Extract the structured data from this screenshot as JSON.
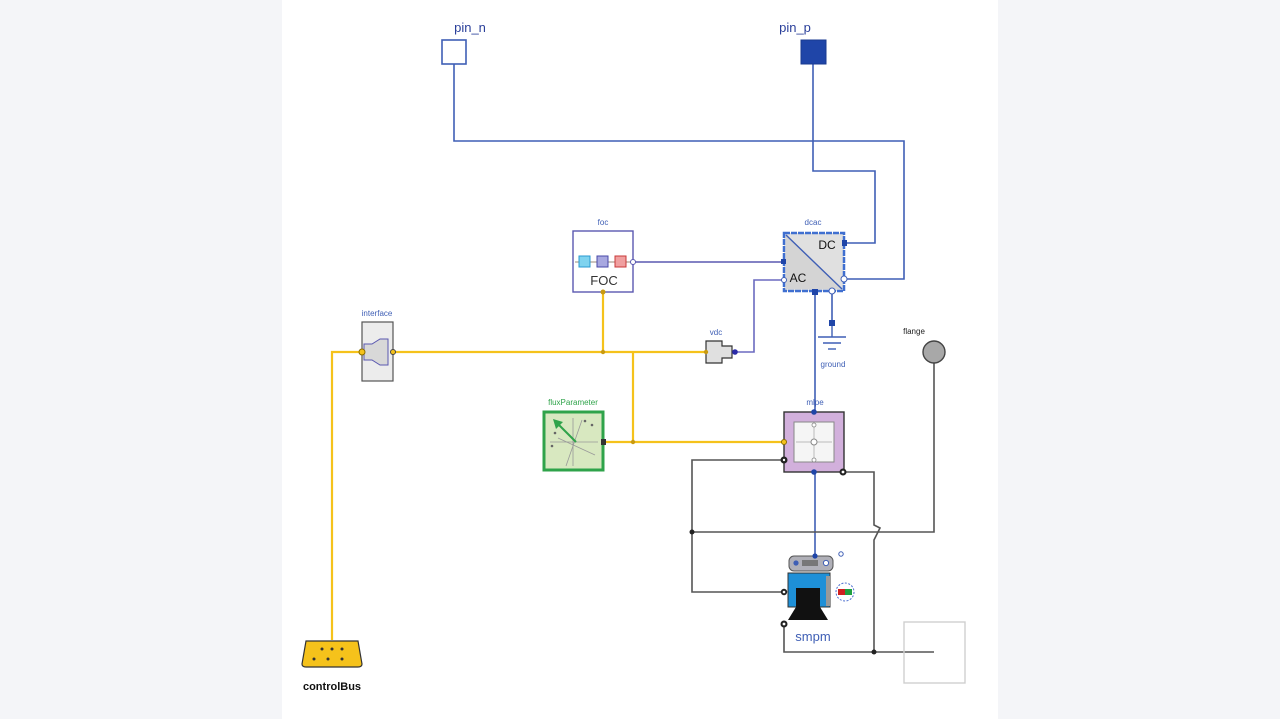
{
  "diagram": {
    "pins": {
      "pin_n": {
        "label": "pin_n"
      },
      "pin_p": {
        "label": "pin_p"
      }
    },
    "components": {
      "foc": {
        "name": "foc",
        "text": "FOC"
      },
      "dcac": {
        "name": "dcac",
        "dc_text": "DC",
        "ac_text": "AC"
      },
      "interface": {
        "name": "interface"
      },
      "vdc": {
        "name": "vdc"
      },
      "ground": {
        "name": "ground"
      },
      "fluxParameter": {
        "name": "fluxParameter"
      },
      "mlpe": {
        "name": "mlpe"
      },
      "flange": {
        "name": "flange"
      },
      "smpm": {
        "name": "smpm"
      },
      "controlBus": {
        "name": "controlBus"
      }
    },
    "colors": {
      "electric": "#3f5fb5",
      "signal_bus": "#f5c21b",
      "mechanical": "#404040",
      "flux_green": "#2fa34a",
      "mlpe_purple": "#c9a6d6",
      "motor_blue": "#1e90d8"
    }
  }
}
